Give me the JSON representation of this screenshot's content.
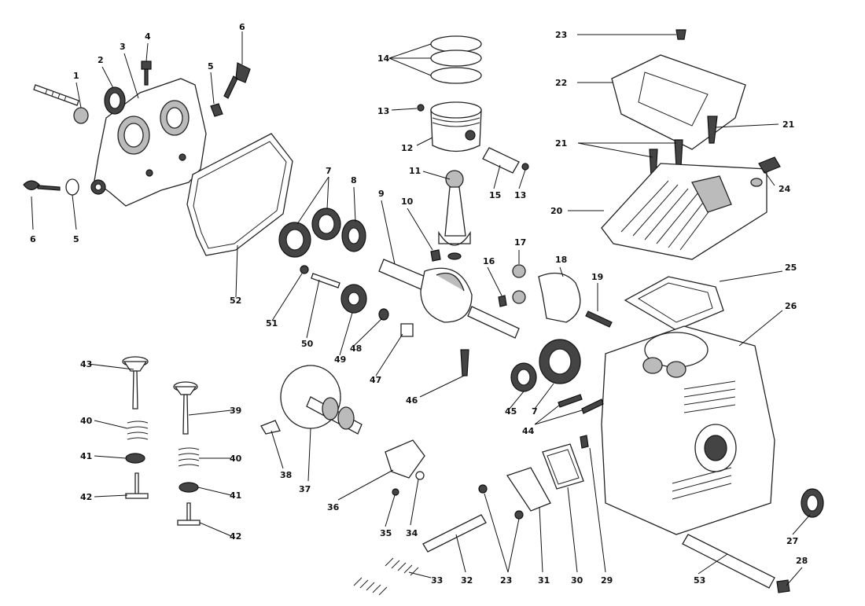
{
  "diagram": {
    "labels": [
      {
        "id": "1",
        "text": "1"
      },
      {
        "id": "2",
        "text": "2"
      },
      {
        "id": "3",
        "text": "3"
      },
      {
        "id": "4",
        "text": "4"
      },
      {
        "id": "5a",
        "text": "5"
      },
      {
        "id": "5b",
        "text": "5"
      },
      {
        "id": "6a",
        "text": "6"
      },
      {
        "id": "6b",
        "text": "6"
      },
      {
        "id": "7a",
        "text": "7"
      },
      {
        "id": "7b",
        "text": "7"
      },
      {
        "id": "8",
        "text": "8"
      },
      {
        "id": "9",
        "text": "9"
      },
      {
        "id": "10",
        "text": "10"
      },
      {
        "id": "11",
        "text": "11"
      },
      {
        "id": "12",
        "text": "12"
      },
      {
        "id": "13a",
        "text": "13"
      },
      {
        "id": "13b",
        "text": "13"
      },
      {
        "id": "14",
        "text": "14"
      },
      {
        "id": "15",
        "text": "15"
      },
      {
        "id": "16",
        "text": "16"
      },
      {
        "id": "17",
        "text": "17"
      },
      {
        "id": "18",
        "text": "18"
      },
      {
        "id": "19",
        "text": "19"
      },
      {
        "id": "20",
        "text": "20"
      },
      {
        "id": "21a",
        "text": "21"
      },
      {
        "id": "21b",
        "text": "21"
      },
      {
        "id": "22",
        "text": "22"
      },
      {
        "id": "23a",
        "text": "23"
      },
      {
        "id": "23b",
        "text": "23"
      },
      {
        "id": "24",
        "text": "24"
      },
      {
        "id": "25",
        "text": "25"
      },
      {
        "id": "26",
        "text": "26"
      },
      {
        "id": "27",
        "text": "27"
      },
      {
        "id": "28",
        "text": "28"
      },
      {
        "id": "29",
        "text": "29"
      },
      {
        "id": "30",
        "text": "30"
      },
      {
        "id": "31",
        "text": "31"
      },
      {
        "id": "32",
        "text": "32"
      },
      {
        "id": "33",
        "text": "33"
      },
      {
        "id": "34",
        "text": "34"
      },
      {
        "id": "35",
        "text": "35"
      },
      {
        "id": "36",
        "text": "36"
      },
      {
        "id": "37",
        "text": "37"
      },
      {
        "id": "38",
        "text": "38"
      },
      {
        "id": "39",
        "text": "39"
      },
      {
        "id": "40a",
        "text": "40"
      },
      {
        "id": "40b",
        "text": "40"
      },
      {
        "id": "41a",
        "text": "41"
      },
      {
        "id": "41b",
        "text": "41"
      },
      {
        "id": "42a",
        "text": "42"
      },
      {
        "id": "42b",
        "text": "42"
      },
      {
        "id": "43",
        "text": "43"
      },
      {
        "id": "44",
        "text": "44"
      },
      {
        "id": "45",
        "text": "45"
      },
      {
        "id": "46",
        "text": "46"
      },
      {
        "id": "47",
        "text": "47"
      },
      {
        "id": "48",
        "text": "48"
      },
      {
        "id": "49",
        "text": "49"
      },
      {
        "id": "50",
        "text": "50"
      },
      {
        "id": "51",
        "text": "51"
      },
      {
        "id": "52",
        "text": "52"
      },
      {
        "id": "53",
        "text": "53"
      }
    ]
  }
}
